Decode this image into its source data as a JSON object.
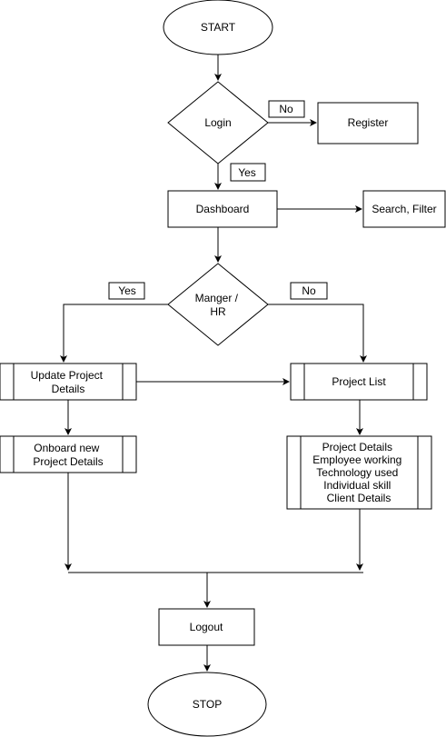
{
  "nodes": {
    "start": "START",
    "login": "Login",
    "register": "Register",
    "dashboard": "Dashboard",
    "search_filter": "Search, Filter",
    "manager_hr": [
      "Manger /",
      "HR"
    ],
    "update_project": [
      "Update Project",
      "Details"
    ],
    "project_list": "Project List",
    "onboard_project": [
      "Onboard new",
      "Project Details"
    ],
    "project_details": [
      "Project Details",
      "Employee working",
      "Technology used",
      "Individual skill",
      "Client Details"
    ],
    "logout": "Logout",
    "stop": "STOP"
  },
  "edge_labels": {
    "login_no": "No",
    "login_yes": "Yes",
    "manager_yes": "Yes",
    "manager_no": "No"
  },
  "colors": {
    "stroke": "#000000",
    "fill": "#ffffff",
    "text": "#000000"
  }
}
